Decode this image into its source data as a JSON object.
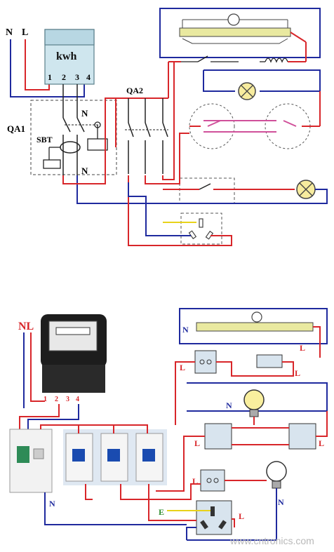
{
  "top_diagram": {
    "N": "N",
    "L": "L",
    "meter_label": "kwh",
    "terminals": [
      "1",
      "2",
      "3",
      "4"
    ],
    "qa1": "QA1",
    "sbt": "SBT",
    "qa2": "QA2",
    "n_upper": "N",
    "n_lower": "N"
  },
  "bottom_diagram": {
    "NL": "NL",
    "terminals": [
      "1",
      "2",
      "3",
      "4"
    ],
    "n_lamp": "N",
    "l_switch1": "L",
    "l_ballast": "L",
    "l_starter": "L",
    "n_bulb1": "N",
    "l_switch_left": "L",
    "l_switch_right": "L",
    "l_switch3": "L",
    "n_bottom_left": "N",
    "n_bulb2": "N",
    "e_socket": "E",
    "l_socket": "L"
  },
  "watermark": "www.cntronics.com",
  "colors": {
    "phase": "#d8262a",
    "neutral": "#1f2a9e",
    "earth": "#e8d21a",
    "switch": "#d0509a",
    "module": "#dfe8f2"
  }
}
